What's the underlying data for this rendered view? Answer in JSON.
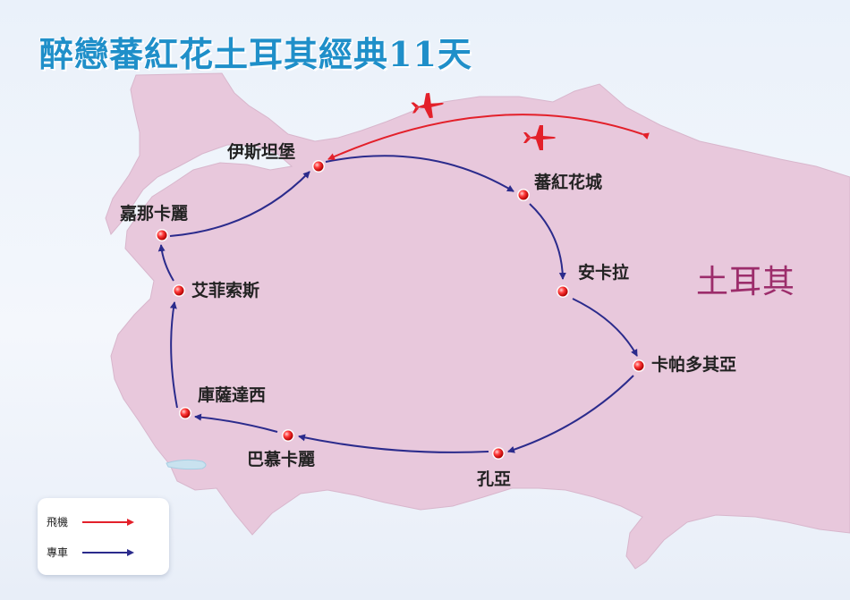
{
  "title": "醉戀蕃紅花土耳其經典11天",
  "country_label": "土耳其",
  "cities": [
    {
      "name": "伊斯坦堡"
    },
    {
      "name": "蕃紅花城"
    },
    {
      "name": "安卡拉"
    },
    {
      "name": "卡帕多其亞"
    },
    {
      "name": "孔亞"
    },
    {
      "name": "巴慕卡麗"
    },
    {
      "name": "庫薩達西"
    },
    {
      "name": "艾菲索斯"
    },
    {
      "name": "嘉那卡麗"
    }
  ],
  "legend": {
    "flight_label": "飛機",
    "bus_label": "專車"
  },
  "colors": {
    "title": "#1f8fc9",
    "land": "#e8c8dc",
    "country_label": "#9c2d6b",
    "flight": "#e3202a",
    "bus": "#2b2b8c",
    "city_dot": "#e3202a"
  },
  "icons": {
    "airplane": "airplane-icon",
    "city": "city-marker-icon"
  }
}
